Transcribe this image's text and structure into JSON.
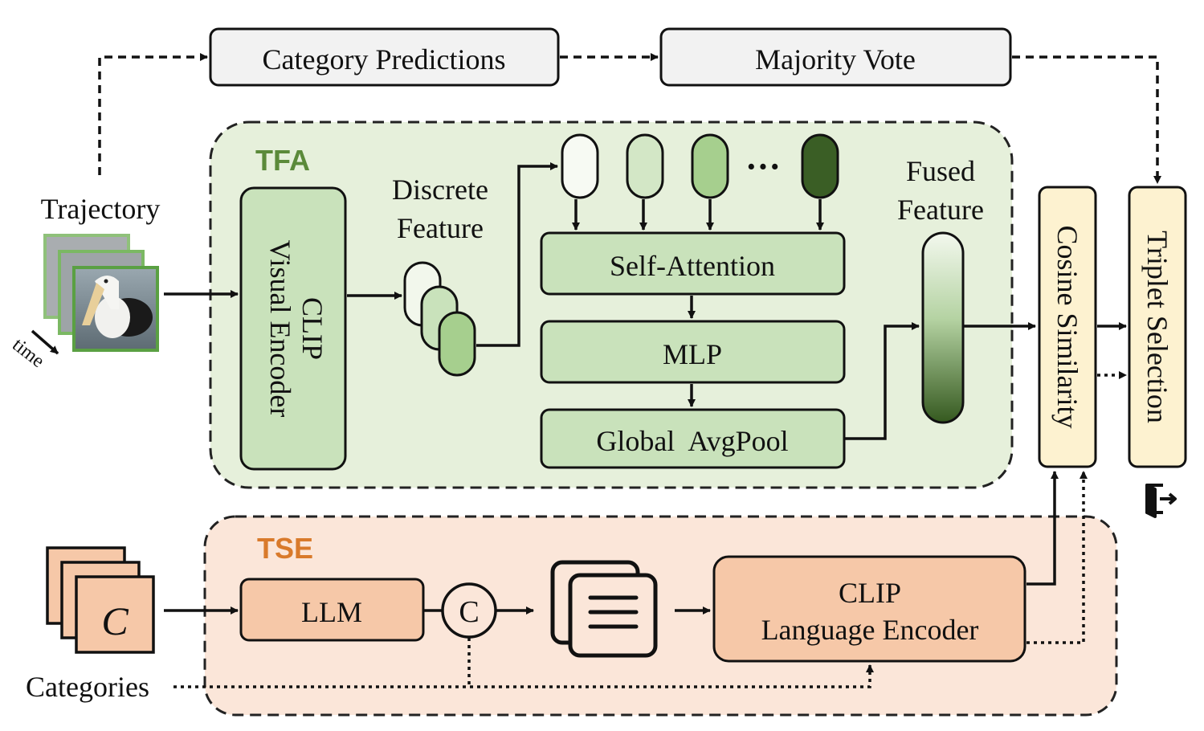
{
  "top": {
    "category_predictions": "Category Predictions",
    "majority_vote": "Majority Vote"
  },
  "tfa": {
    "title": "TFA",
    "encoder_line1": "CLIP",
    "encoder_line2": "Visual Encoder",
    "discrete_line1": "Discrete",
    "discrete_line2": "Feature",
    "ellipsis": "···",
    "self_attention": "Self-Attention",
    "mlp": "MLP",
    "global_avgpool": "Global  AvgPool",
    "fused_line1": "Fused",
    "fused_line2": "Feature"
  },
  "trajectory": {
    "label": "Trajectory",
    "time": "time"
  },
  "cosine_similarity": "Cosine Similarity",
  "triplet_selection": "Triplet Selection",
  "tse": {
    "title": "TSE",
    "category_symbol": "C",
    "llm": "LLM",
    "concat_symbol": "C",
    "language_line1": "CLIP",
    "language_line2": "Language Encoder"
  },
  "categories_label": "Categories",
  "colors": {
    "tfa_bg": "#e6f0db",
    "tfa_box": "#c9e2bb",
    "tfa_title": "#5b8a3a",
    "tse_bg": "#fbe6d9",
    "tse_box": "#f6c8a8",
    "tse_title": "#d97a2b",
    "yellow_box": "#fdf2d0",
    "gray_box": "#f2f2f2",
    "feature_dark": "#3a5e25"
  },
  "icons": [
    "pelican-image-stack-icon",
    "document-stack-icon",
    "exit-icon"
  ]
}
